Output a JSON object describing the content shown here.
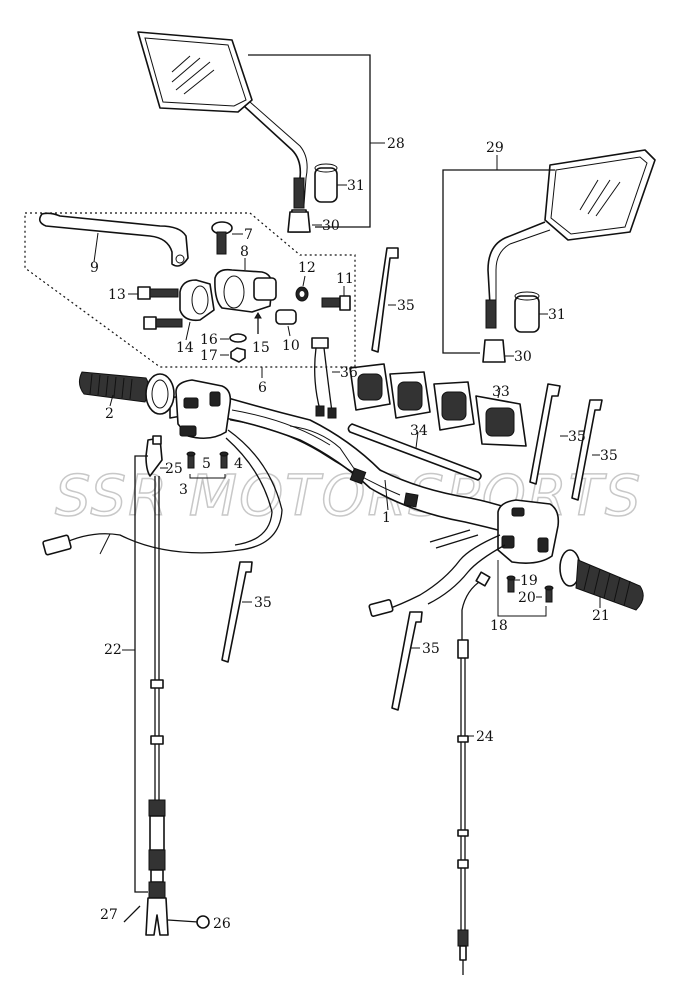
{
  "watermark": "SSR MOTORSPORTS",
  "callouts": {
    "c1": "1",
    "c2": "2",
    "c3": "3",
    "c4": "4",
    "c5": "5",
    "c6": "6",
    "c7": "7",
    "c8": "8",
    "c9": "9",
    "c10": "10",
    "c11": "11",
    "c12": "12",
    "c13": "13",
    "c14": "14",
    "c15": "15",
    "c16": "16",
    "c17": "17",
    "c18": "18",
    "c19": "19",
    "c20": "20",
    "c21": "21",
    "c22": "22",
    "c24": "24",
    "c25": "25",
    "c26": "26",
    "c27": "27",
    "c28": "28",
    "c29": "29",
    "c30a": "30",
    "c30b": "30",
    "c31a": "31",
    "c31b": "31",
    "c33": "33",
    "c34": "34",
    "c35a": "35",
    "c35b": "35",
    "c35c": "35",
    "c35d": "35",
    "c35e": "35",
    "c36": "36"
  }
}
